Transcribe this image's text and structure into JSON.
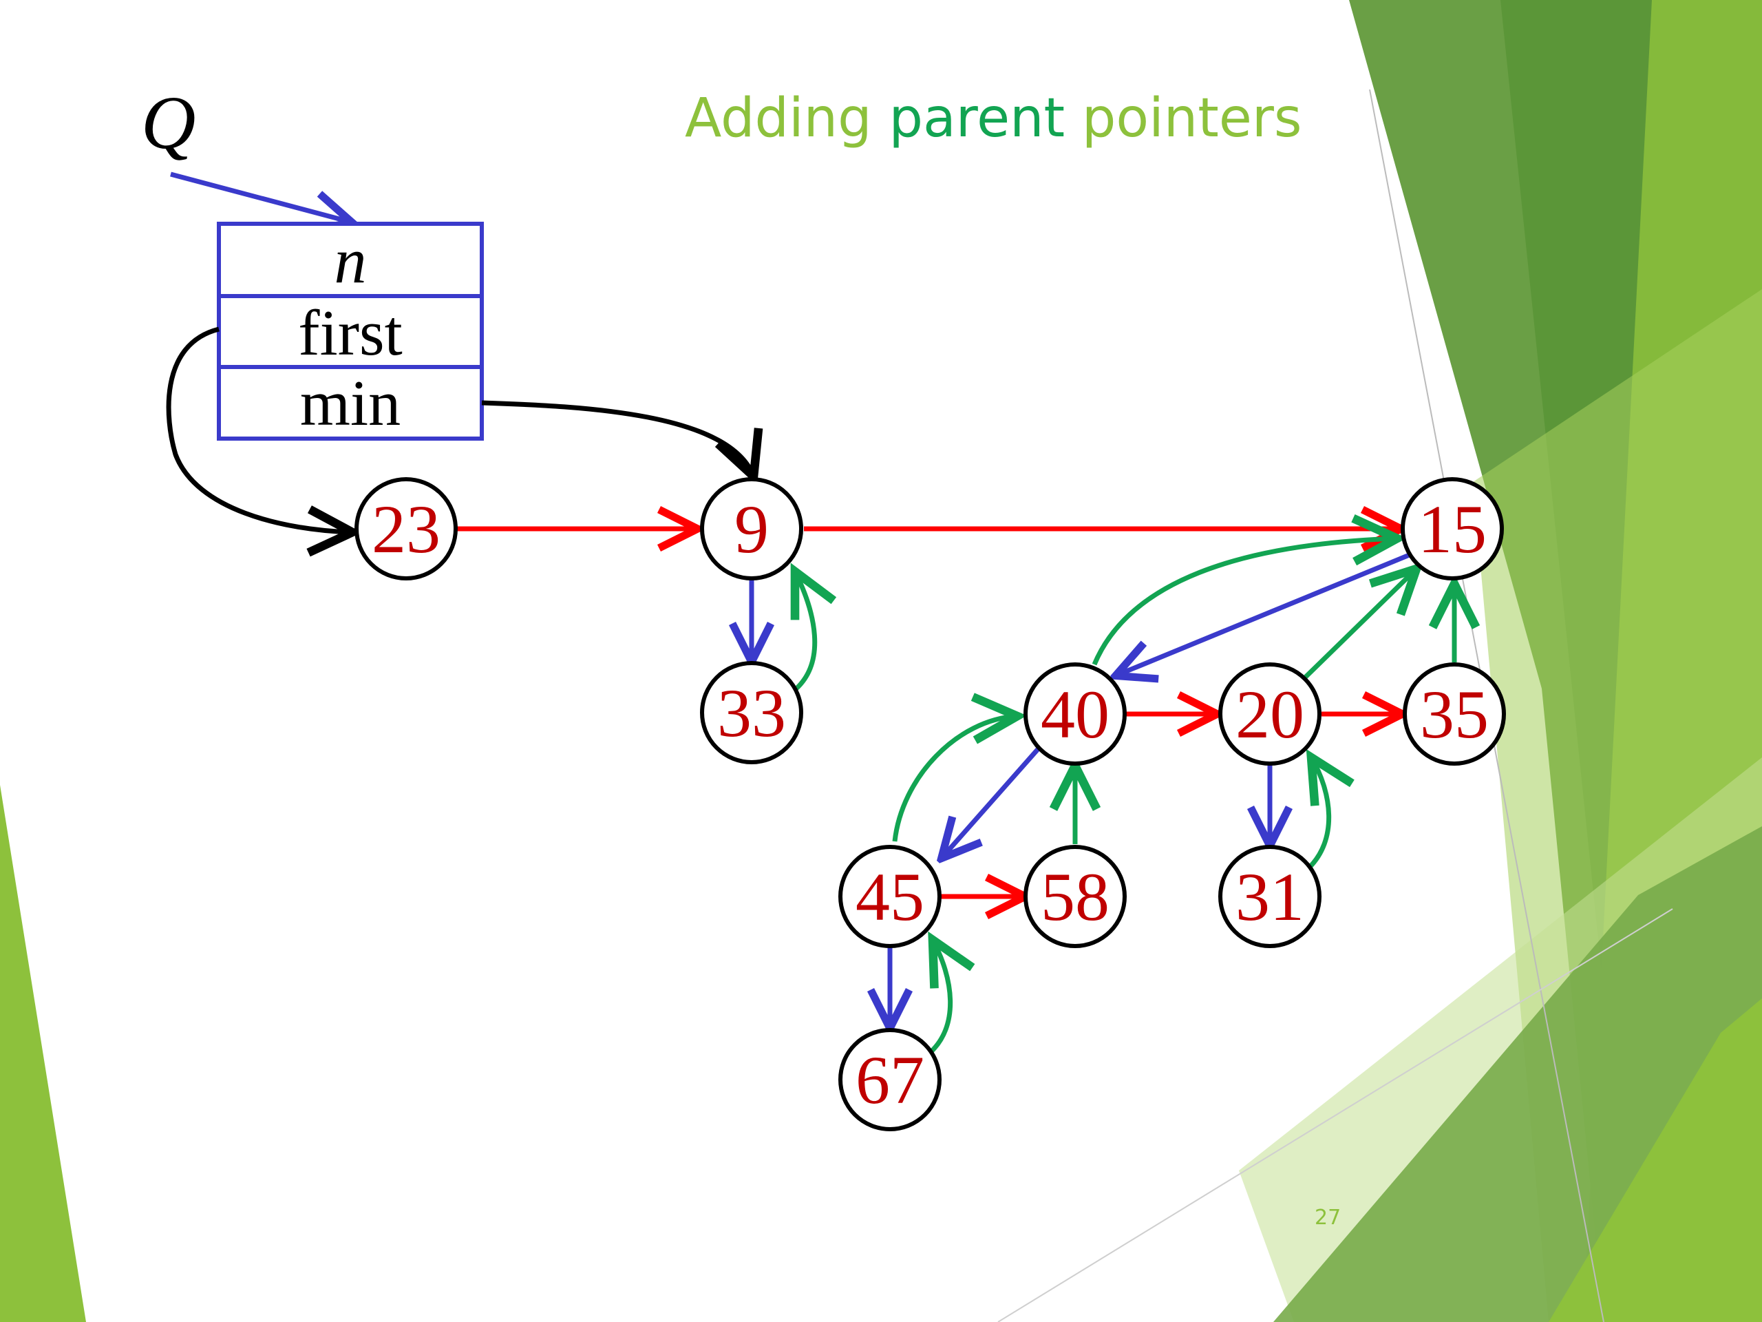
{
  "slide": {
    "title_part1": "Adding ",
    "title_part2": "parent",
    "title_part3": " pointers",
    "page_number": "27"
  },
  "colors": {
    "title_green": "#8dc13c",
    "title_accent": "#12a452",
    "sibling_arrow": "#ff0000",
    "child_arrow": "#3a3acb",
    "parent_arrow": "#12a452",
    "node_text": "#c00000",
    "theme_green_dark": "#5e9a3c",
    "theme_green_light": "#8dc13c"
  },
  "queue": {
    "name": "Q",
    "fields": [
      "n",
      "first",
      "min"
    ]
  },
  "nodes": {
    "n23": "23",
    "n9": "9",
    "n15": "15",
    "n33": "33",
    "n40": "40",
    "n20": "20",
    "n35": "35",
    "n45": "45",
    "n58": "58",
    "n31": "31",
    "n67": "67"
  }
}
